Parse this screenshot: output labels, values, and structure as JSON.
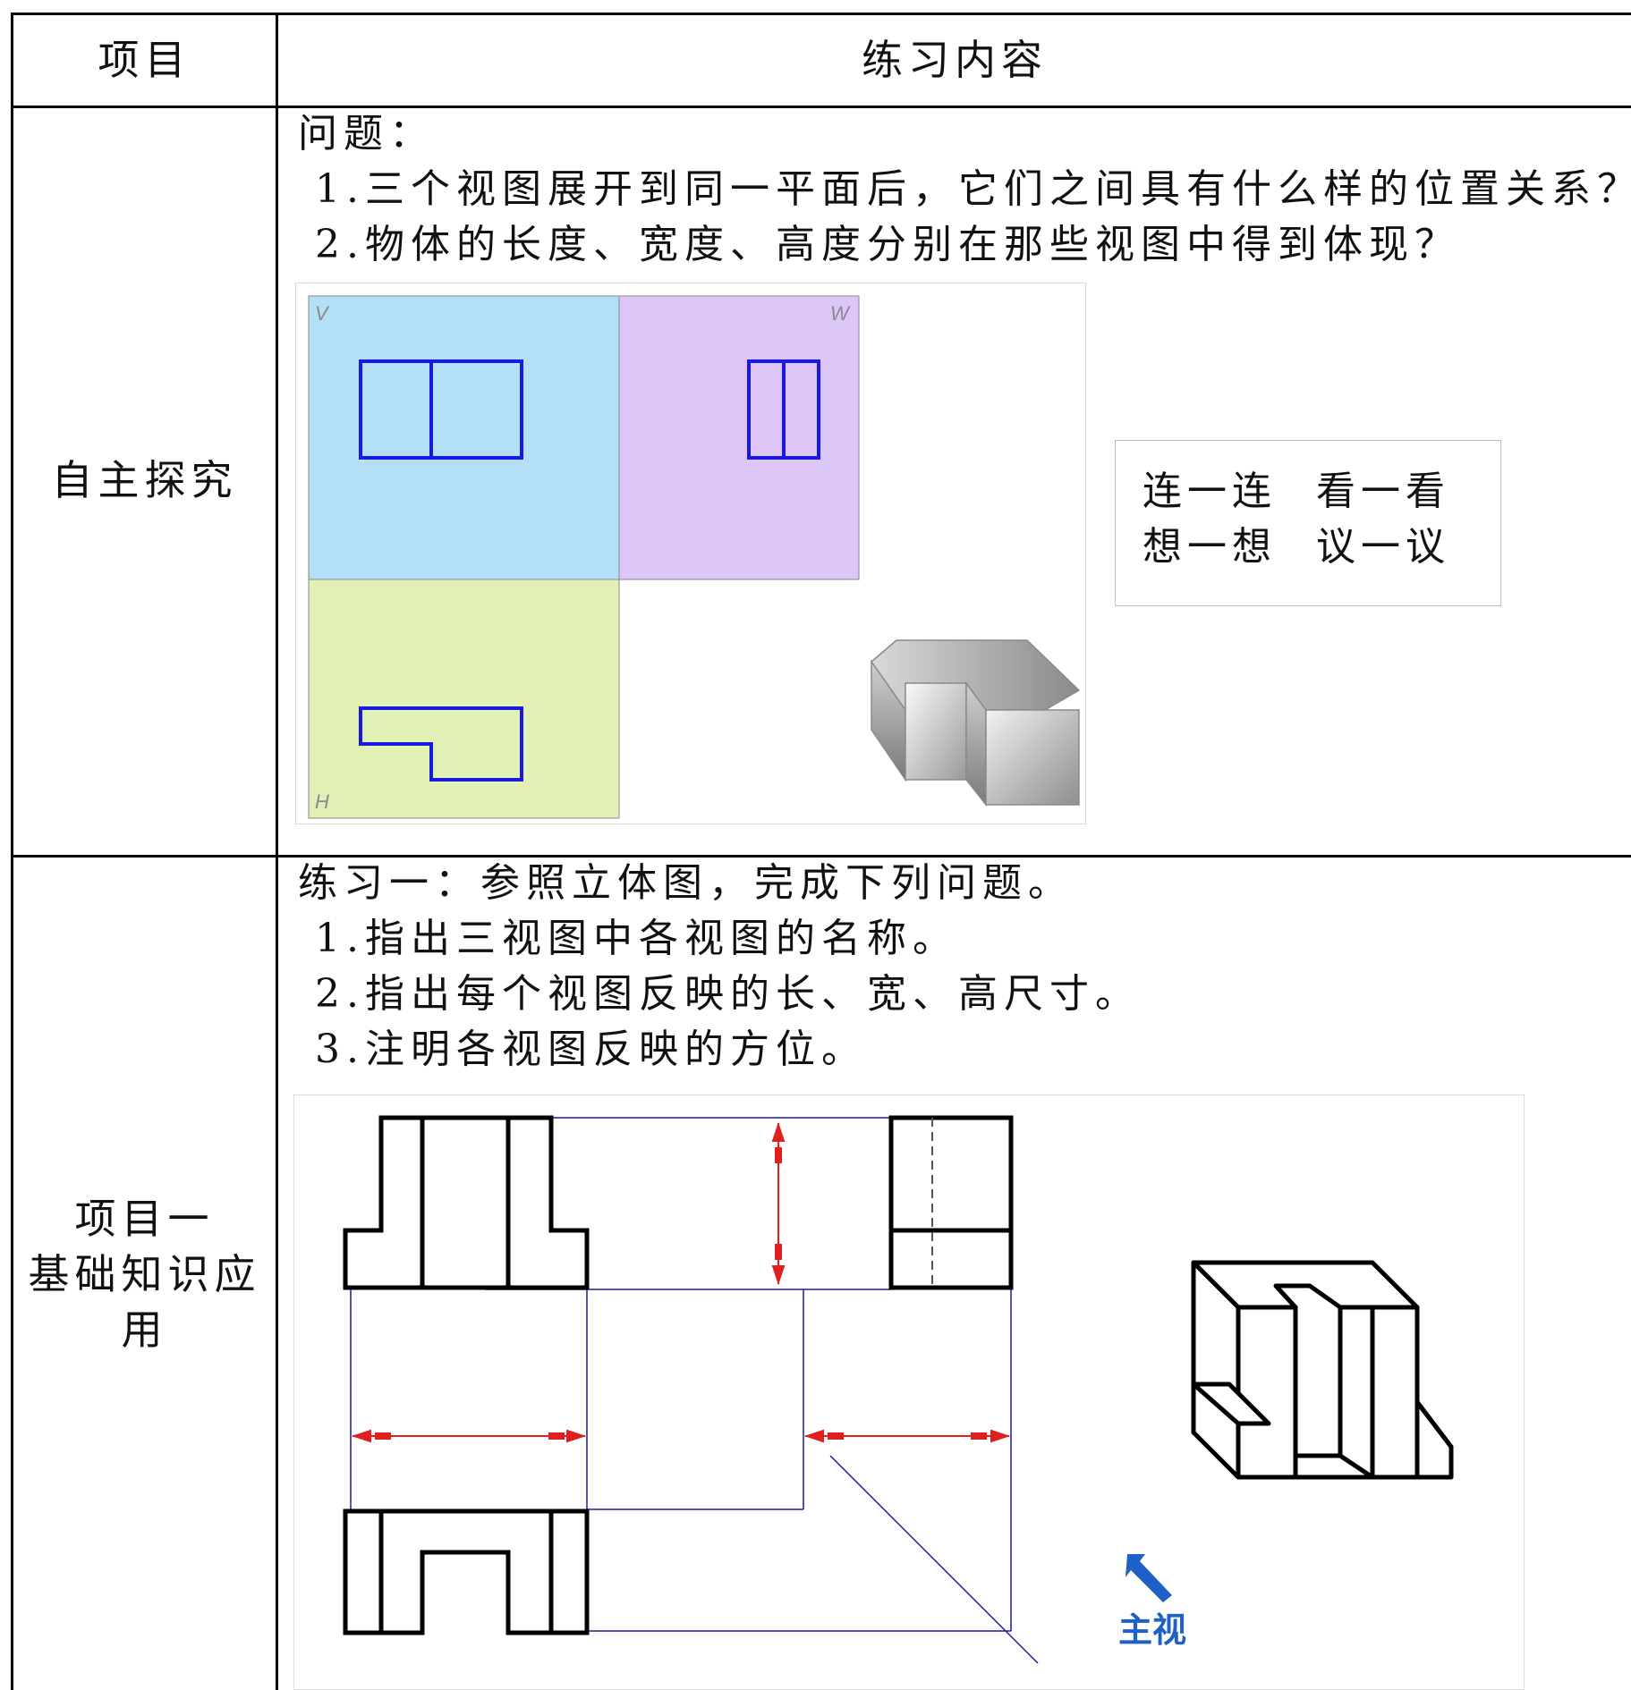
{
  "header": {
    "col1": "项目",
    "col2": "练习内容"
  },
  "row1": {
    "item": "自主探究",
    "lines": [
      "问题：",
      "1.三个视图展开到同一平面后，它们之间具有什么样的位置关系？",
      "2.物体的长度、宽度、高度分别在那些视图中得到体现？"
    ],
    "figure": {
      "plane_labels": [
        "V",
        "W",
        "H"
      ],
      "plane_colors": {
        "V": "#b3dff7",
        "W": "#dcc5f7",
        "H": "#e1f0b5"
      },
      "outline_color": "#1a1adf"
    },
    "callout": [
      "连一连",
      "看一看",
      "想一想",
      "议一议"
    ]
  },
  "row2": {
    "item_lines": [
      "项目一",
      "基础知识应",
      "用"
    ],
    "lines": [
      "练习一：参照立体图，完成下列问题。",
      "1.指出三视图中各视图的名称。",
      "2.指出每个视图反映的长、宽、高尺寸。",
      "3.注明各视图反映的方位。"
    ],
    "figure": {
      "arrow_label": "主视",
      "projection_color": "#1a1aa0",
      "dimension_color": "#e02020",
      "arrow_color": "#1f5fc8"
    }
  }
}
